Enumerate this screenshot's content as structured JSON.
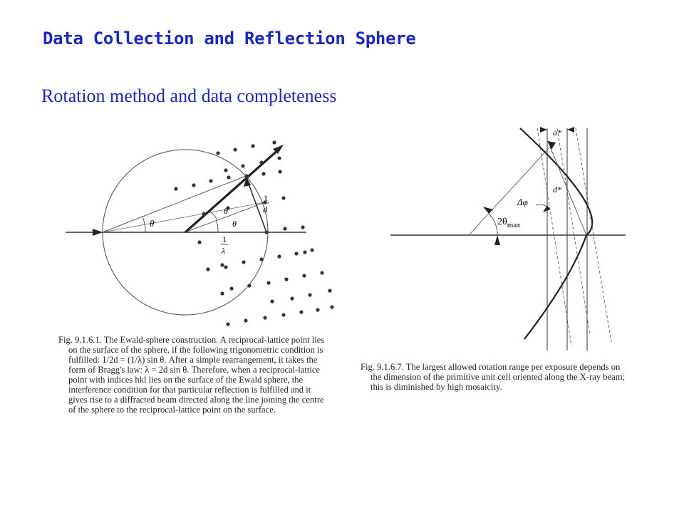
{
  "slide": {
    "title": "Data Collection and Reflection Sphere",
    "subtitle": "Rotation method and data completeness"
  },
  "figure_left": {
    "labels": {
      "theta_outer": "θ",
      "theta_inner": "θ",
      "theta_lower": "θ",
      "inv_d_num": "1",
      "inv_d_den": "d",
      "inv_lambda_num": "1",
      "inv_lambda_den": "λ"
    },
    "caption_lines": [
      "Fig. 9.1.6.1. The Ewald-sphere construction. A reciprocal-lattice point lies",
      "on the surface of the sphere, if the following trigonometric condition is",
      "fulfilled: 1/2d = (1/λ) sin θ. After a simple rearrangement, it takes the",
      "form of Bragg's law: λ = 2d sin θ. Therefore, when a reciprocal-lattice",
      "point with indices hkl lies on the surface of the Ewald sphere, the",
      "interference condition for that particular reflection is fulfilled and it",
      "gives rise to a diffracted beam directed along the line joining the centre",
      "of the sphere to the reciprocal-lattice point on the surface."
    ]
  },
  "figure_right": {
    "labels": {
      "a_star": "a*",
      "d_star": "d*",
      "delta_phi": "Δφ",
      "two_theta": "2θ",
      "two_theta_sub": "max"
    },
    "caption_lines": [
      "Fig. 9.1.6.7. The largest allowed rotation range per exposure depends on",
      "the dimension of the primitive unit cell oriented along the X-ray beam;",
      "this is diminished by high mosaicity."
    ]
  }
}
